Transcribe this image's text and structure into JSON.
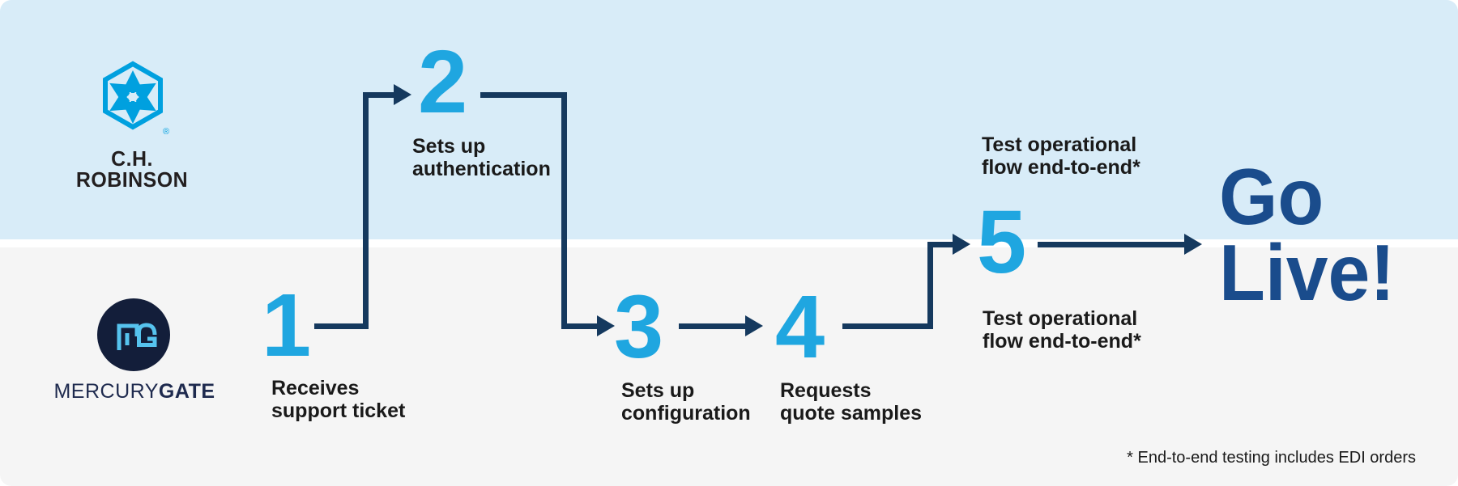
{
  "colors": {
    "lane_top_bg": "#D8ECF8",
    "lane_bottom_bg": "#F5F5F5",
    "divider": "#FFFFFF",
    "step_number": "#1FA6E0",
    "arrow": "#15395E",
    "go_live": "#1A4C8C",
    "label_text": "#1A1A1A",
    "chrobinson_logo_blue": "#00A0DF",
    "chrobinson_wordmark": "#231F20",
    "mercurygate_navy": "#131E3A",
    "mercurygate_navy_text": "#1E2A4E",
    "mercurygate_light_blue": "#56C3EE"
  },
  "logos": {
    "chrobinson": {
      "wordmark": "C.H. ROBINSON",
      "registered_mark": "®",
      "icon": "hexagon-arrows-icon"
    },
    "mercurygate": {
      "monogram": "MG",
      "wordmark_regular": "MERCURY",
      "wordmark_bold": "GATE",
      "icon": "mg-circle-icon"
    }
  },
  "steps": [
    {
      "number": "1",
      "label": "Receives\nsupport ticket"
    },
    {
      "number": "2",
      "label": "Sets up\nauthentication"
    },
    {
      "number": "3",
      "label": "Sets up\nconfiguration"
    },
    {
      "number": "4",
      "label": "Requests\nquote samples"
    },
    {
      "number": "5",
      "label_top": "Test operational\nflow end-to-end*",
      "label_bottom": "Test operational\nflow end-to-end*"
    }
  ],
  "finale": {
    "text": "Go\nLive!"
  },
  "footnote": "* End-to-end testing includes EDI orders"
}
